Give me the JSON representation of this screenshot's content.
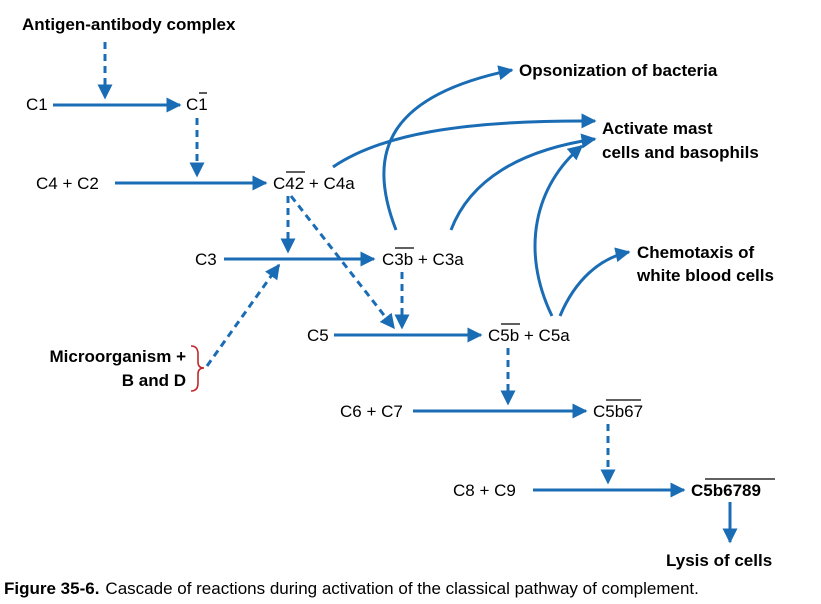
{
  "labels": {
    "antigen_antibody": "Antigen-antibody complex",
    "opsonization": "Opsonization of bacteria",
    "activate_mast_1": "Activate mast",
    "activate_mast_2": "cells and basophils",
    "chemotaxis_1": "Chemotaxis of",
    "chemotaxis_2": "white blood cells",
    "microorganism_1": "Microorganism +",
    "microorganism_2": "B and D",
    "lysis": "Lysis of cells"
  },
  "nodes": {
    "c1": "C1",
    "c1_active": "C1",
    "c4_c2": "C4 + C2",
    "c42_main": "C42",
    "c4a_suffix": " + C4a",
    "c3": "C3",
    "c3b_main": "C3b",
    "c3a_suffix": " + C3a",
    "c5": "C5",
    "c5b_main": "C5b",
    "c5a_suffix": " + C5a",
    "c6_c7": "C6 + C7",
    "c5b67": "C5b67",
    "c8_c9": "C8 + C9",
    "c5b6789": "C5b6789"
  },
  "caption": {
    "number": "Figure 35-6.",
    "text": "Cascade of reactions during activation of the classical pathway of complement."
  },
  "colors": {
    "arrow": "#1a6db5",
    "brace": "#c0282d",
    "text": "#000000"
  }
}
